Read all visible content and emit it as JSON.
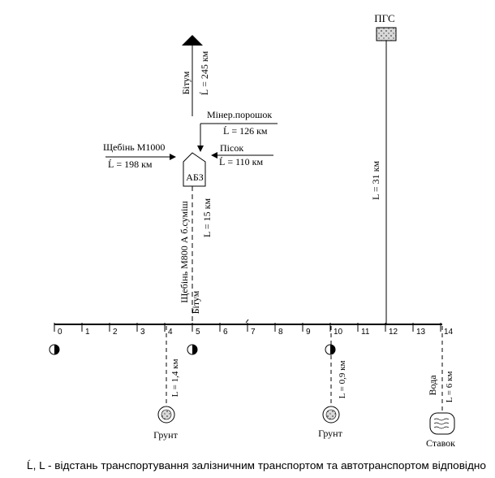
{
  "pgs": {
    "label": "ПГС",
    "distance": "L = 31 км"
  },
  "bitum_top": {
    "label": "Бітум",
    "distance": "Ĺ = 245 км"
  },
  "miner": {
    "label": "Мінер.порошок",
    "distance": "Ĺ = 126 км"
  },
  "pisok": {
    "label": "Пісок",
    "distance": "Ĺ = 110 км"
  },
  "shcheben_m1000": {
    "label": "Щебінь М1000",
    "distance": "Ĺ = 198 км"
  },
  "abz": {
    "label": "АБЗ",
    "distance": "L = 15 км"
  },
  "vertical_labels": {
    "line1": "Щебінь М800  А б.суміш",
    "line2": "Бітум"
  },
  "axis": {
    "ticks": [
      "0",
      "1",
      "2",
      "3",
      "4",
      "5",
      "6",
      "7",
      "8",
      "9",
      "10",
      "11",
      "12",
      "13",
      "14"
    ]
  },
  "grunt_1": {
    "label": "Грунт",
    "distance": "L = 1,4 км"
  },
  "grunt_2": {
    "label": "Грунт",
    "distance": "L = 0,9 км"
  },
  "stavok": {
    "label": "Ставок",
    "resource": "Вода",
    "distance": "L = 6 км"
  },
  "legend": {
    "text": "Ĺ, L  - відстань транспортування залізничним транспортом та автотранспортом відповідно"
  }
}
